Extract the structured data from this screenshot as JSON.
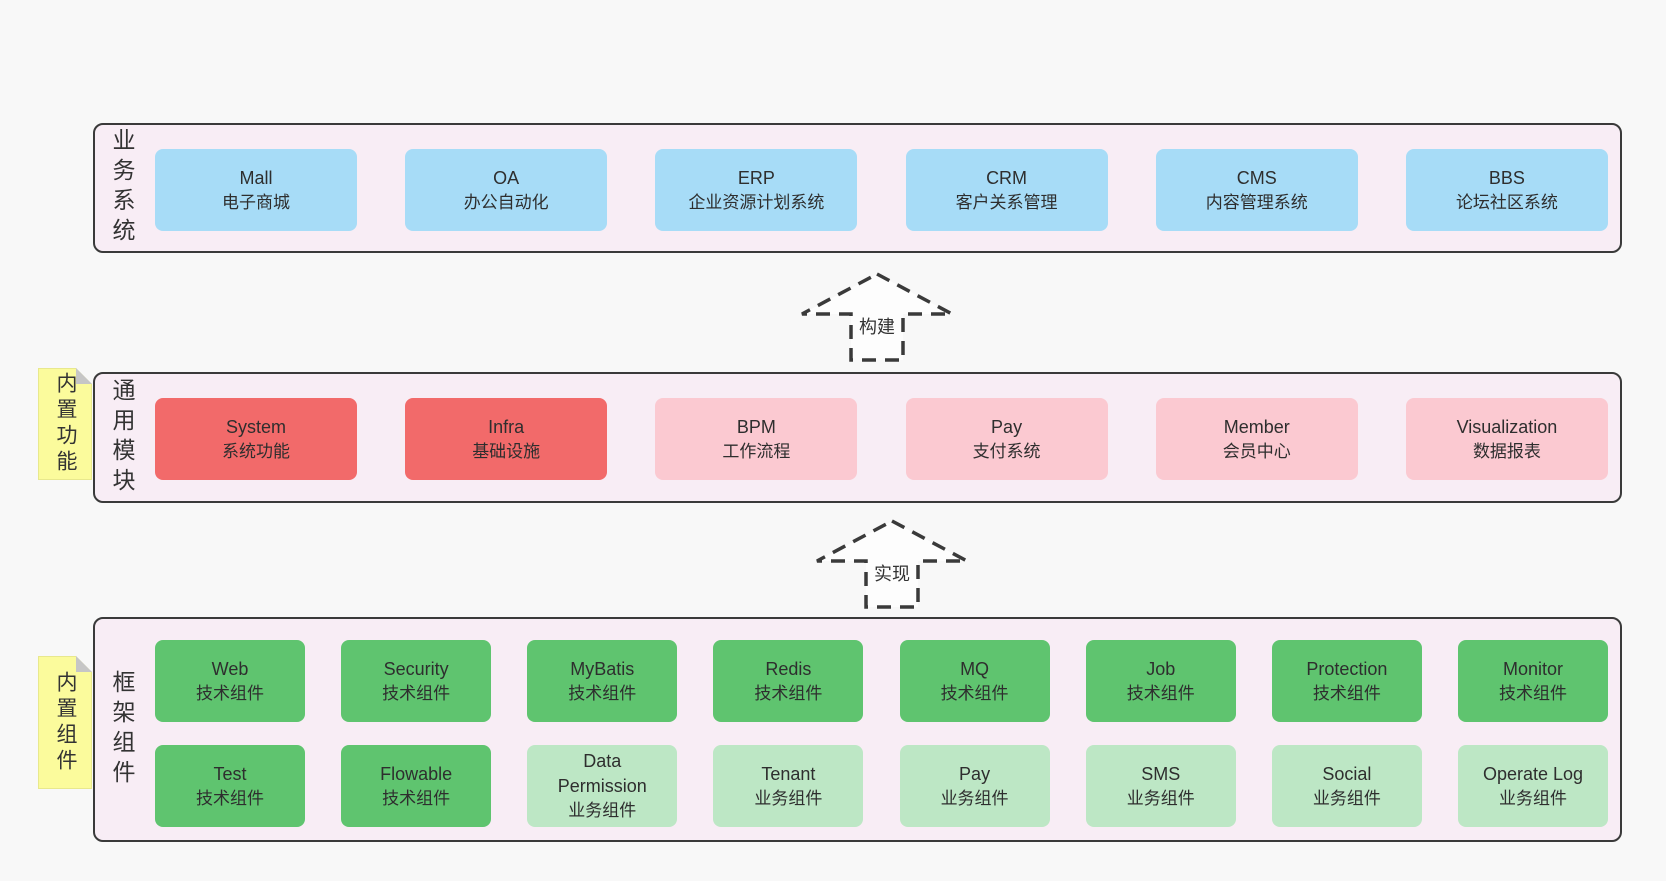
{
  "colors": {
    "page_bg": "#f8f8f8",
    "band_bg": "#f8edf5",
    "band_border": "#3a3a3a",
    "blue_box": "#a7dcf7",
    "red_box": "#f26a6a",
    "pink_box": "#fbc9d1",
    "green_box": "#5fc46f",
    "light_green_box": "#bde7c5",
    "note_yellow": "#fbfb9c",
    "note_fold_gray": "#c6c6c6",
    "text": "#333333"
  },
  "bands": [
    {
      "label": "业务系统",
      "boxes": [
        {
          "title": "Mall",
          "subtitle": "电子商城",
          "color": "blue"
        },
        {
          "title": "OA",
          "subtitle": "办公自动化",
          "color": "blue"
        },
        {
          "title": "ERP",
          "subtitle": "企业资源计划系统",
          "color": "blue"
        },
        {
          "title": "CRM",
          "subtitle": "客户关系管理",
          "color": "blue"
        },
        {
          "title": "CMS",
          "subtitle": "内容管理系统",
          "color": "blue"
        },
        {
          "title": "BBS",
          "subtitle": "论坛社区系统",
          "color": "blue"
        }
      ]
    },
    {
      "label": "通用模块",
      "note": "内置功能",
      "boxes": [
        {
          "title": "System",
          "subtitle": "系统功能",
          "color": "red"
        },
        {
          "title": "Infra",
          "subtitle": "基础设施",
          "color": "red"
        },
        {
          "title": "BPM",
          "subtitle": "工作流程",
          "color": "pink"
        },
        {
          "title": "Pay",
          "subtitle": "支付系统",
          "color": "pink"
        },
        {
          "title": "Member",
          "subtitle": "会员中心",
          "color": "pink"
        },
        {
          "title": "Visualization",
          "subtitle": "数据报表",
          "color": "pink"
        }
      ]
    },
    {
      "label": "框架组件",
      "note": "内置组件",
      "rows": [
        [
          {
            "title": "Web",
            "subtitle": "技术组件",
            "color": "green"
          },
          {
            "title": "Security",
            "subtitle": "技术组件",
            "color": "green"
          },
          {
            "title": "MyBatis",
            "subtitle": "技术组件",
            "color": "green"
          },
          {
            "title": "Redis",
            "subtitle": "技术组件",
            "color": "green"
          },
          {
            "title": "MQ",
            "subtitle": "技术组件",
            "color": "green"
          },
          {
            "title": "Job",
            "subtitle": "技术组件",
            "color": "green"
          },
          {
            "title": "Protection",
            "subtitle": "技术组件",
            "color": "green"
          },
          {
            "title": "Monitor",
            "subtitle": "技术组件",
            "color": "green"
          }
        ],
        [
          {
            "title": "Test",
            "subtitle": "技术组件",
            "color": "green"
          },
          {
            "title": "Flowable",
            "subtitle": "技术组件",
            "color": "green"
          },
          {
            "title": "Data Permission",
            "subtitle": "业务组件",
            "color": "light_green"
          },
          {
            "title": "Tenant",
            "subtitle": "业务组件",
            "color": "light_green"
          },
          {
            "title": "Pay",
            "subtitle": "业务组件",
            "color": "light_green"
          },
          {
            "title": "SMS",
            "subtitle": "业务组件",
            "color": "light_green"
          },
          {
            "title": "Social",
            "subtitle": "业务组件",
            "color": "light_green"
          },
          {
            "title": "Operate Log",
            "subtitle": "业务组件",
            "color": "light_green"
          }
        ]
      ]
    }
  ],
  "arrows": [
    {
      "label": "构建"
    },
    {
      "label": "实现"
    }
  ]
}
